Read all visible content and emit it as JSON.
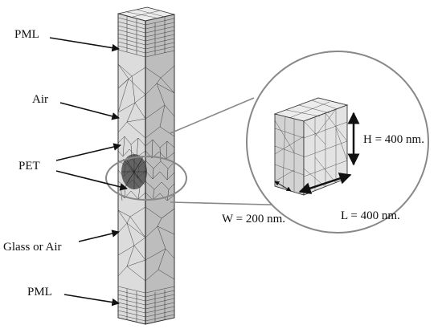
{
  "labels": {
    "pml_top": "PML",
    "air": "Air",
    "pet": "PET",
    "glass_or_air": "Glass or Air",
    "pml_bottom": "PML"
  },
  "dimensions": {
    "height": "H = 400 nm.",
    "width": "W = 200 nm.",
    "length": "L = 400 nm."
  },
  "colors": {
    "mesh_front": "#dcdcdc",
    "mesh_side": "#b6b6b6",
    "mesh_top": "#ececec",
    "mesh_line": "#333333",
    "callout": "#888888"
  }
}
